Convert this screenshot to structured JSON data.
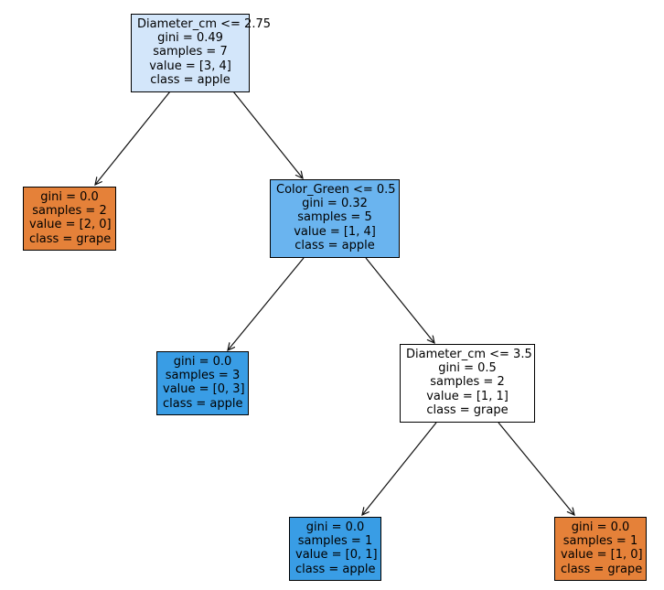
{
  "tree": {
    "nodes": [
      {
        "id": "root",
        "split": "Diameter_cm <= 2.75",
        "gini": "gini = 0.49",
        "samples": "samples = 7",
        "value": "value = [3, 4]",
        "class": "class = apple",
        "fill": "#d3e6fa"
      },
      {
        "id": "left",
        "split": "",
        "gini": "gini = 0.0",
        "samples": "samples = 2",
        "value": "value = [2, 0]",
        "class": "class = grape",
        "fill": "#e58139"
      },
      {
        "id": "right",
        "split": "Color_Green <= 0.5",
        "gini": "gini = 0.32",
        "samples": "samples = 5",
        "value": "value = [1, 4]",
        "class": "class = apple",
        "fill": "#6ab4ef"
      },
      {
        "id": "right-left",
        "split": "",
        "gini": "gini = 0.0",
        "samples": "samples = 3",
        "value": "value = [0, 3]",
        "class": "class = apple",
        "fill": "#399de5"
      },
      {
        "id": "right-right",
        "split": "Diameter_cm <= 3.5",
        "gini": "gini = 0.5",
        "samples": "samples = 2",
        "value": "value = [1, 1]",
        "class": "class = grape",
        "fill": "#ffffff"
      },
      {
        "id": "right-right-left",
        "split": "",
        "gini": "gini = 0.0",
        "samples": "samples = 1",
        "value": "value = [0, 1]",
        "class": "class = apple",
        "fill": "#399de5"
      },
      {
        "id": "right-right-right",
        "split": "",
        "gini": "gini = 0.0",
        "samples": "samples = 1",
        "value": "value = [1, 0]",
        "class": "class = grape",
        "fill": "#e58139"
      }
    ],
    "edges": [
      {
        "from": "root",
        "to": "left"
      },
      {
        "from": "root",
        "to": "right"
      },
      {
        "from": "right",
        "to": "right-left"
      },
      {
        "from": "right",
        "to": "right-right"
      },
      {
        "from": "right-right",
        "to": "right-right-left"
      },
      {
        "from": "right-right",
        "to": "right-right-right"
      }
    ]
  }
}
